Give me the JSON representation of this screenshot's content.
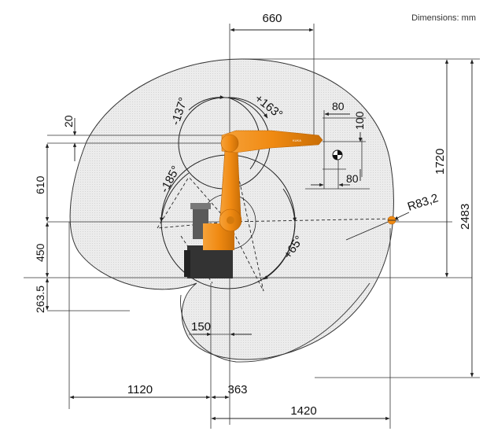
{
  "note": "Dimensions: mm",
  "dimensions": {
    "top_width": "660",
    "gripper_80_top": "80",
    "gripper_100": "100",
    "gripper_80_bottom": "80",
    "offset_20": "20",
    "height_610": "610",
    "height_450": "450",
    "height_263_5": "263.5",
    "height_1720": "1720",
    "height_2483": "2483",
    "base_150": "150",
    "reach_1120": "1120",
    "base_363": "363",
    "reach_1420": "1420",
    "radius": "R83,2"
  },
  "angles": {
    "a1": "-137°",
    "a2": "+163°",
    "a3": "-185°",
    "a4": "+65°"
  },
  "colors": {
    "robot_orange": "#f08a12",
    "robot_dark": "#333333",
    "workspace_fill": "#e6e6e6",
    "line": "#222222"
  },
  "robot_label": "KUKA"
}
